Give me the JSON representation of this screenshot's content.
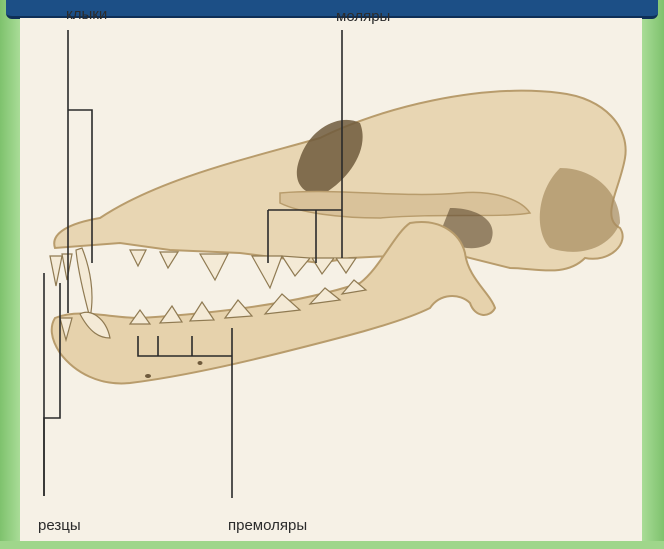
{
  "labels": {
    "canines": "клыки",
    "molars": "моляры",
    "incisors": "резцы",
    "premolars": "премоляры"
  },
  "colors": {
    "frame": "#8fcf7f",
    "top_bar": "#1c4f86",
    "background": "#f6f1e6",
    "bone": "#e8d6b3",
    "bone_shade": "#c9ae82",
    "line": "#2a2a2a"
  }
}
